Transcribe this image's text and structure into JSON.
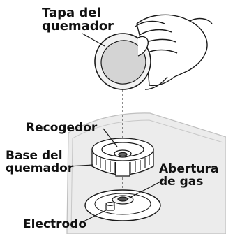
{
  "labels": {
    "cap": "Tapa del\nquemador",
    "spreader": "Recogedor",
    "base": "Base del\nquemador",
    "gas_opening": "Abertura\nde gas",
    "electrode": "Electrodo"
  },
  "colors": {
    "stroke": "#1a1a1a",
    "cap_fill": "#d4d4d4",
    "cap_rim": "#f2f2f2",
    "surface": "#e9e9e9",
    "hand_fill": "#ffffff"
  }
}
